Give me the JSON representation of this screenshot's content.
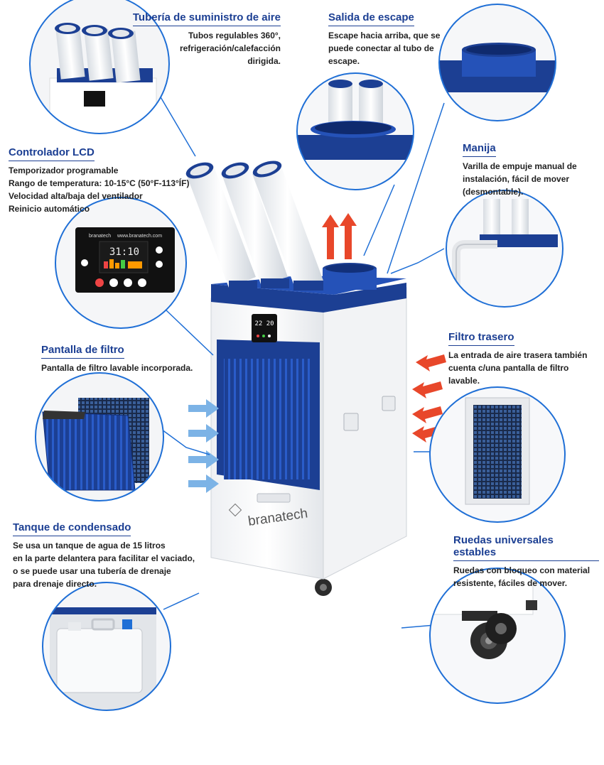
{
  "callouts": {
    "supply": {
      "title": "Tubería de suministro de aire",
      "lines": [
        "Tubos regulables 360°,",
        "refrigeración/calefacción",
        "dirigida."
      ]
    },
    "exhaust": {
      "title": "Salida de escape",
      "lines": [
        "Escape hacia arriba, que se",
        "puede conectar al tubo de",
        "escape."
      ]
    },
    "lcd": {
      "title": "Controlador LCD",
      "lines": [
        "Temporizador programable",
        "Rango de temperatura: 10-15°C (50°F-113°ÍF)",
        "Velocidad alta/baja del ventilador",
        "Reinicio automático"
      ]
    },
    "handle": {
      "title": "Manija",
      "lines": [
        "Varilla de empuje manual de",
        "instalación, fácil de mover",
        "(desmontable)."
      ]
    },
    "rear_filter": {
      "title": "Filtro trasero",
      "lines": [
        "La entrada de aire trasera también",
        "cuenta c/una pantalla de filtro lavable."
      ]
    },
    "filter_screen": {
      "title": "Pantalla de filtro",
      "lines": [
        "Pantalla de filtro lavable incorporada."
      ]
    },
    "tank": {
      "title": "Tanque de condensado",
      "lines": [
        "Se usa un tanque de agua de 15 litros",
        "en la parte delantera para facilitar el vaciado,",
        "o se puede usar una tubería de drenaje",
        "para drenaje directo."
      ]
    },
    "wheels": {
      "title": "Ruedas universales estables",
      "lines": [
        "Ruedas con bloqueo con material",
        "resistente, fáciles de mover."
      ]
    }
  },
  "lcd_panel": {
    "brand": "branatech",
    "url": "www.branatech.com",
    "digits": "31:10"
  },
  "unit": {
    "brand": "branatech",
    "display_digits": "22 20"
  },
  "colors": {
    "brand_blue": "#1c3f93",
    "callout_blue": "#1f6fd6",
    "arrow_red": "#e8472a",
    "arrow_blue": "#7cb3e6"
  }
}
